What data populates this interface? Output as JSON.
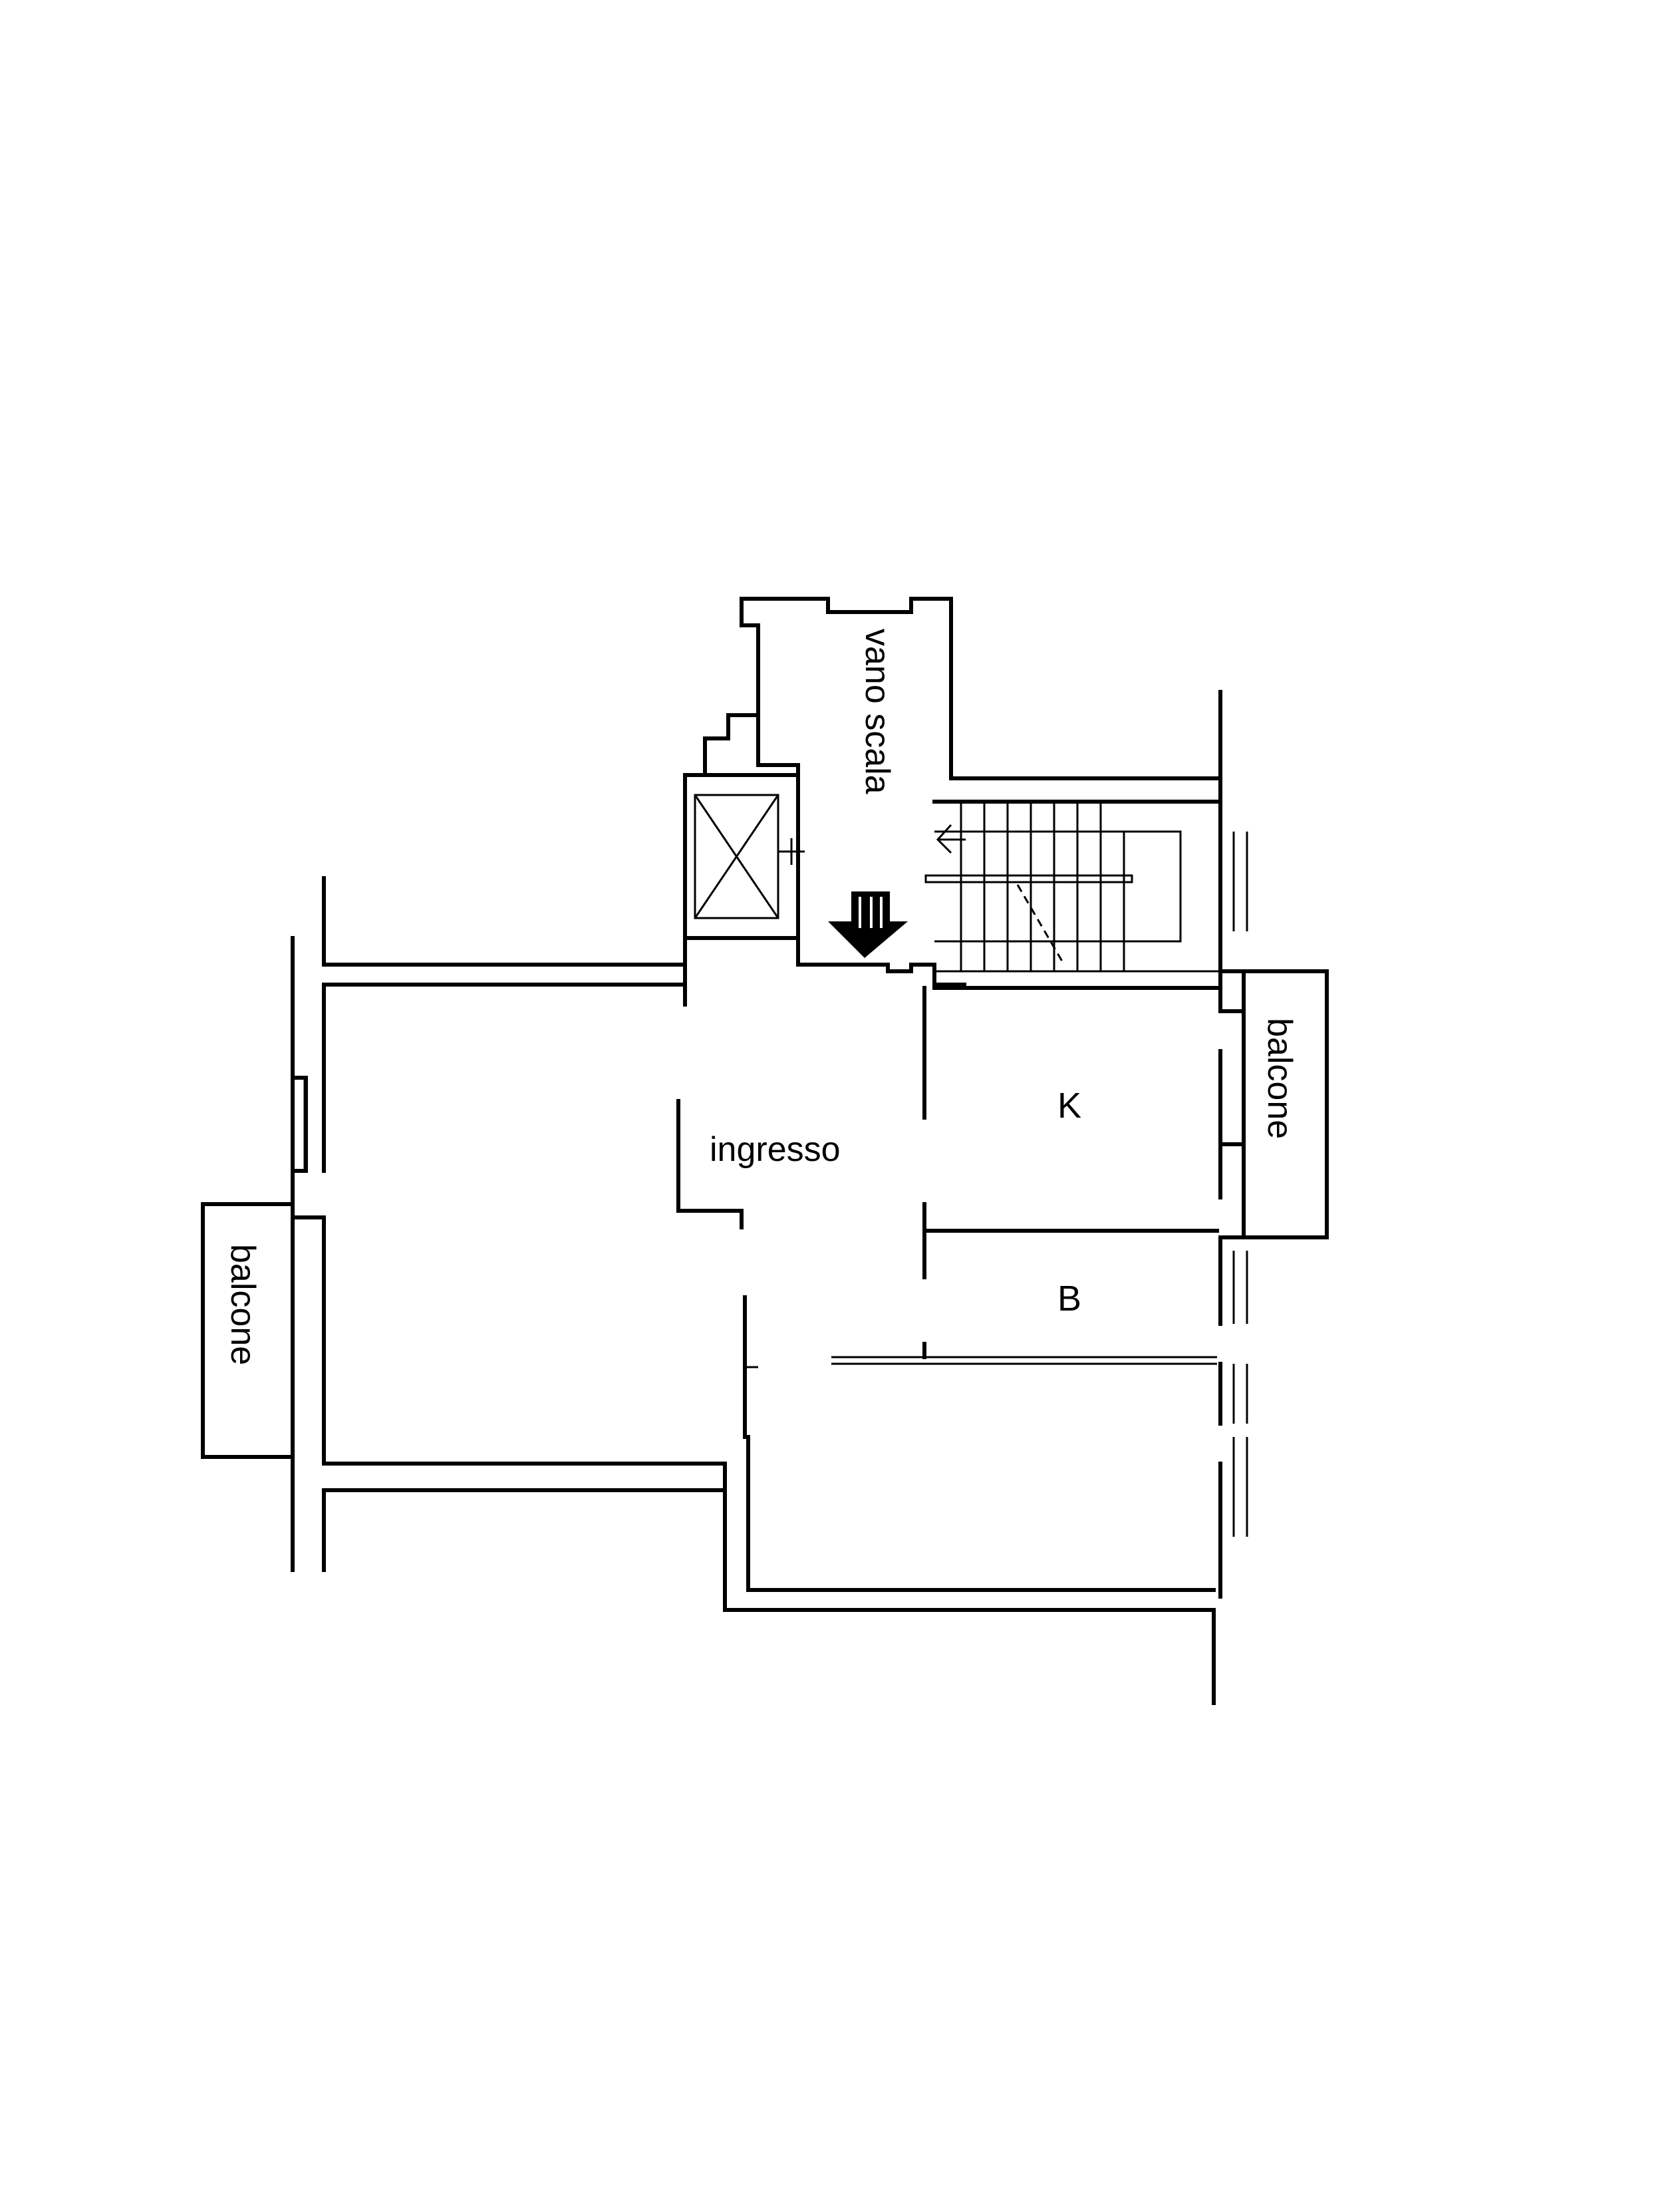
{
  "floor_plan": {
    "labels": {
      "stairwell": "vano scala",
      "entrance": "ingresso",
      "kitchen": "K",
      "bathroom": "B",
      "balcony_right": "balcone",
      "balcony_left": "balcone"
    },
    "icons": {
      "entry_arrow": "entry-arrow-icon",
      "elevator": "elevator-icon",
      "stairs": "stairs-icon"
    },
    "colors": {
      "ink": "#000000",
      "paper": "#ffffff"
    }
  }
}
